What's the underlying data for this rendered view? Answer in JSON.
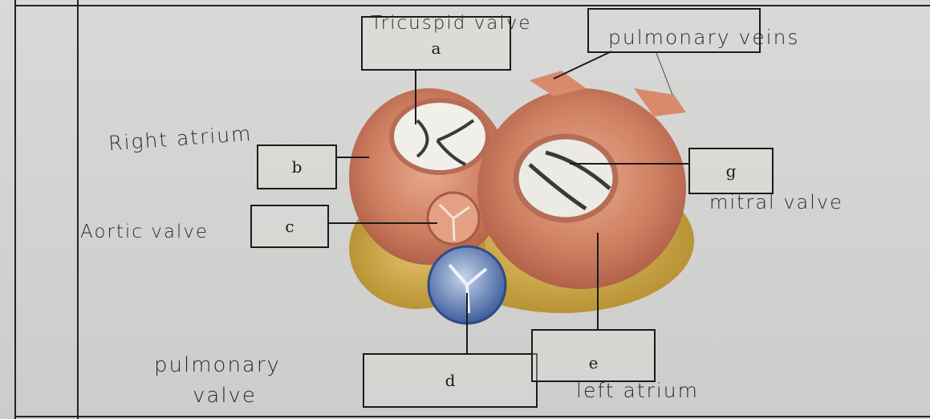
{
  "boxes": {
    "a": "a",
    "b": "b",
    "c": "c",
    "d": "d",
    "e": "e",
    "g": "g"
  },
  "handwritten": {
    "tricuspid": "Tricuspid valve",
    "pulmonary_veins": "pulmonary veins",
    "right_atrium": "Right atrium",
    "aortic_valve": "Aortic valve",
    "mitral_valve": "mitral valve",
    "pulmonary_valve_1": "pulmonary",
    "pulmonary_valve_2": "valve",
    "left_atrium": "left atrium"
  }
}
